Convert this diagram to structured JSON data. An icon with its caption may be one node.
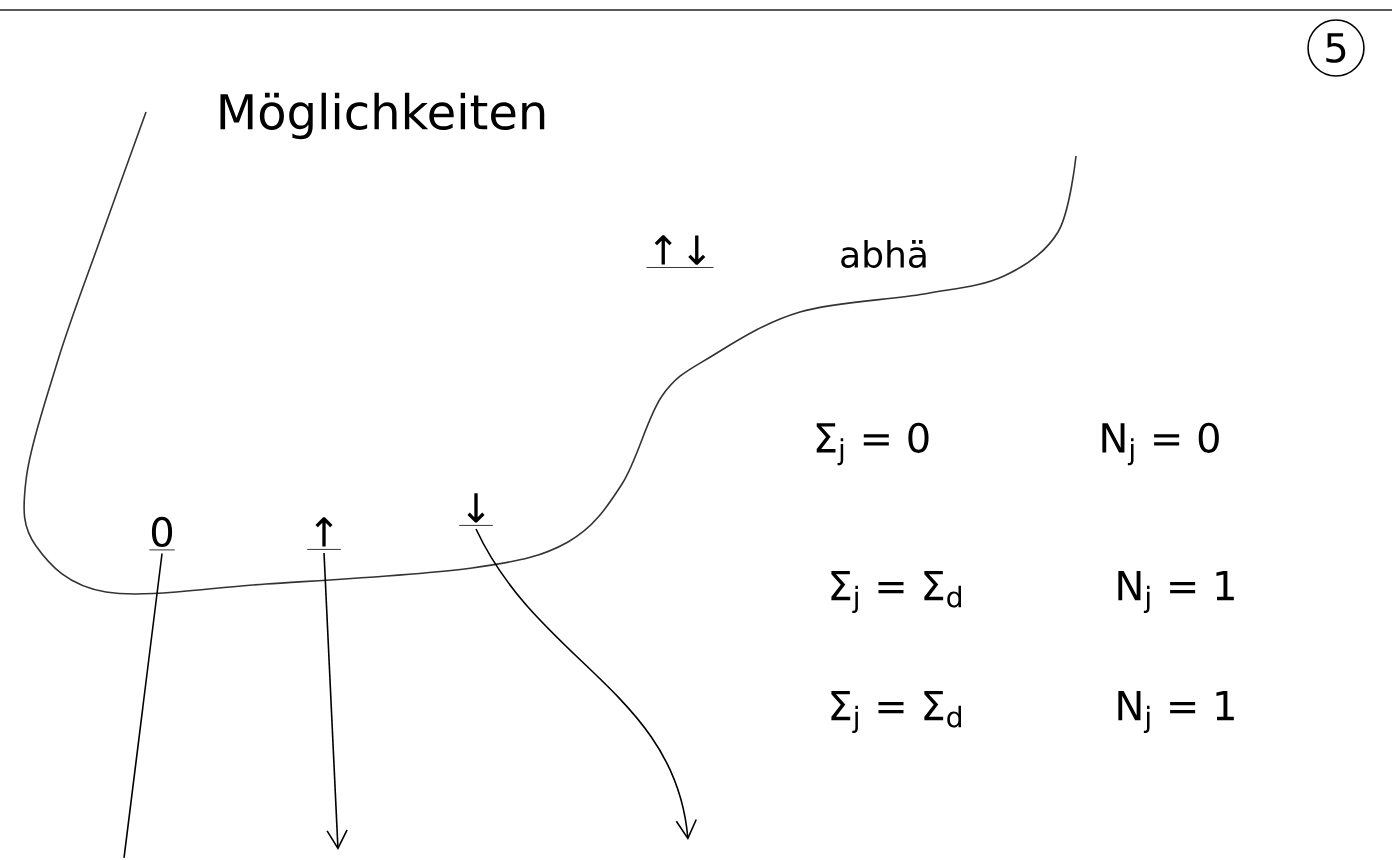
{
  "diagram": {
    "nodes": [
      {
        "text": [
          "0"
        ]
      },
      {
        "text": [
          "↑"
        ]
      },
      {
        "text": [
          "↓"
        ]
      },
      {
        "text": [
          "↑↓"
        ]
      }
    ],
    "edges": [
      {
        "from": 0,
        "to": null,
        "arrow": "none"
      },
      {
        "from": 1,
        "to": null,
        "arrow": "to"
      },
      {
        "from": 2,
        "to": null,
        "arrow": "to"
      }
    ],
    "labels": [
      "5",
      "Möglichkeiten",
      "abhä",
      "Σ$_{j}$ = 0",
      "N$_{j}$ = 0",
      "Σ$_{j}$ = Σ$_{d}$",
      "N$_{j}$ = 1",
      "Σ$_{j}$ = Σ$_{d}$",
      "N$_{j}$ = 1"
    ]
  }
}
